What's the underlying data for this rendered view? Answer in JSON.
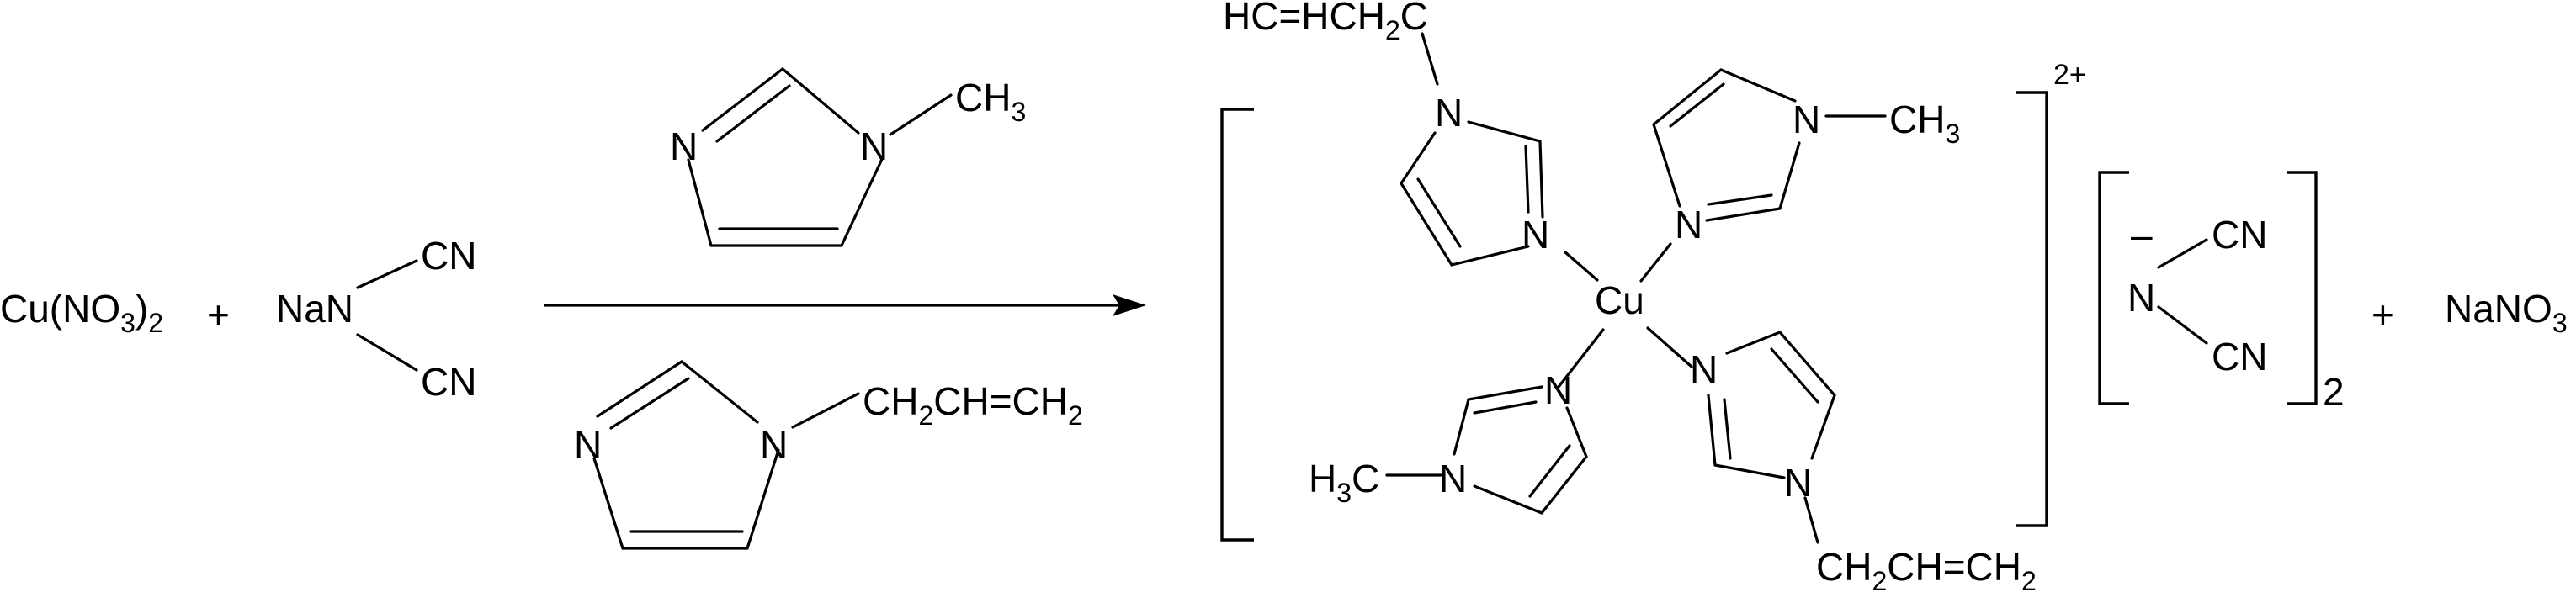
{
  "scheme": {
    "reactants": {
      "copper_nitrate": {
        "base": "Cu(NO",
        "s1": "3",
        "mid": ")",
        "s2": "2"
      },
      "plus_1": "+",
      "sodium_dicyanamide": {
        "na_n": "NaN",
        "cn_top": "CN",
        "cn_bottom": "CN"
      }
    },
    "reagents": {
      "methylimidazole": {
        "n3": "N",
        "n1": "N",
        "methyl_base": "CH",
        "methyl_sub": "3"
      },
      "allylimidazole": {
        "n3": "N",
        "n1": "N",
        "allyl": {
          "p1": "CH",
          "s1": "2",
          "p2": "CH=CH",
          "s2": "2"
        }
      }
    },
    "product": {
      "charge": "2+",
      "metal": "Cu",
      "ligands": {
        "upper_left_allyl": {
          "n3": "N",
          "n1": "N",
          "allyl": {
            "p1": "HC=HCH",
            "s1": "2",
            "p2": "C"
          }
        },
        "upper_right_methyl": {
          "n3": "N",
          "n1": "N",
          "methyl_base": "CH",
          "methyl_sub": "3"
        },
        "lower_left_methyl": {
          "n3": "N",
          "n1": "N",
          "methyl_pre": "H",
          "methyl_sub": "3",
          "methyl_post": "C"
        },
        "lower_right_allyl": {
          "n3": "N",
          "n1": "N",
          "allyl": {
            "p1": "CH",
            "s1": "2",
            "p2": "CH=CH",
            "s2": "2"
          }
        }
      },
      "counterion": {
        "charge_sign": "–",
        "n": "N",
        "cn_top": "CN",
        "cn_bottom": "CN",
        "count": "2"
      },
      "plus_2": "+",
      "byproduct": {
        "base": "NaNO",
        "sub": "3"
      }
    }
  }
}
